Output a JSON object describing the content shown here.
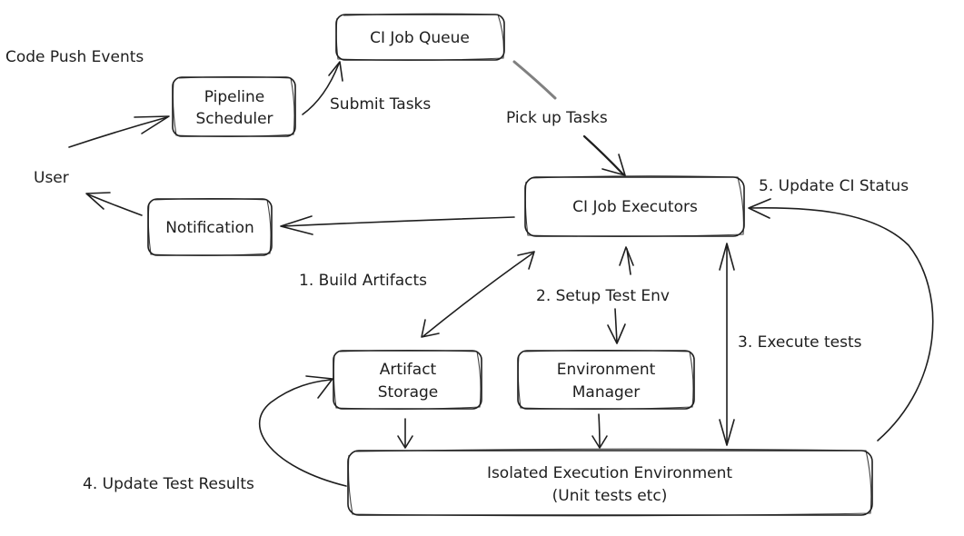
{
  "nodes": {
    "ci_job_queue": "CI Job Queue",
    "pipeline_scheduler": [
      "Pipeline",
      "Scheduler"
    ],
    "ci_job_executors": "CI Job Executors",
    "notification": "Notification",
    "artifact_storage": [
      "Artifact",
      "Storage"
    ],
    "environment_manager": [
      "Environment",
      "Manager"
    ],
    "isolated_env": [
      "Isolated Execution Environment",
      "(Unit tests etc)"
    ]
  },
  "labels": {
    "code_push_events": "Code Push Events",
    "user": "User",
    "submit_tasks": "Submit Tasks",
    "pick_up_tasks": "Pick up Tasks",
    "build_artifacts": "1. Build Artifacts",
    "setup_test_env": "2. Setup Test Env",
    "execute_tests": "3. Execute tests",
    "update_test_results": "4. Update Test Results",
    "update_ci_status": "5. Update CI Status"
  }
}
